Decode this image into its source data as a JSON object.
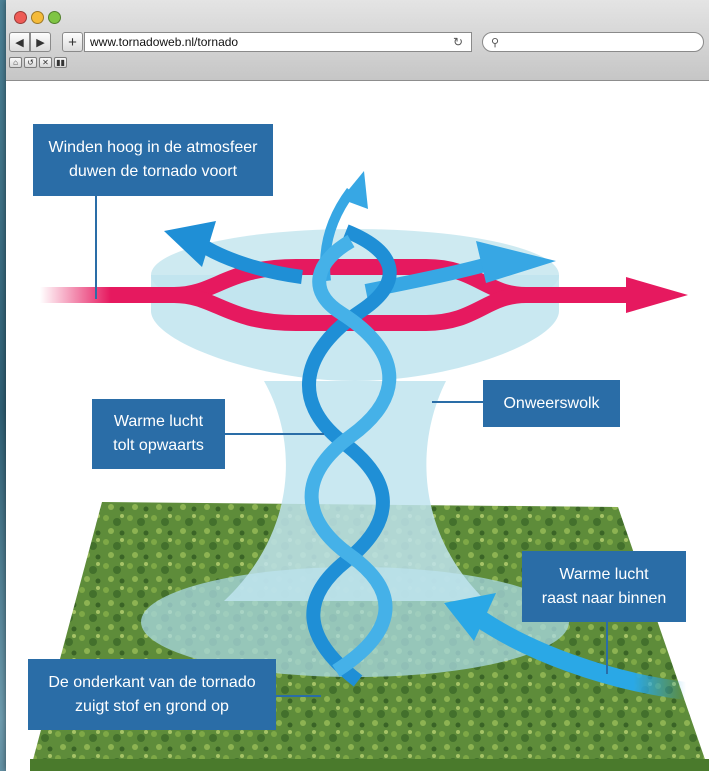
{
  "browser": {
    "nav_back": "◀",
    "nav_forward": "▶",
    "new_tab": "+",
    "url": "www.tornadoweb.nl/tornado",
    "reload": "↻",
    "search_icon": "⚲",
    "bookmarks": [
      "⌂",
      "↺",
      "✕",
      "▮▮"
    ]
  },
  "diagram": {
    "labels": {
      "winds_line1": "Winden hoog in de atmosfeer",
      "winds_line2": "duwen de tornado voort",
      "warm_up_line1": "Warme lucht",
      "warm_up_line2": "tolt opwaarts",
      "storm_cloud": "Onweerswolk",
      "warm_in_line1": "Warme lucht",
      "warm_in_line2": "raast naar binnen",
      "bottom_line1": "De onderkant van de tornado",
      "bottom_line2": "zuigt stof en grond op"
    },
    "colors": {
      "label_bg": "#2a6da7",
      "wind_arrow": "#e6195f",
      "updraft": "#1f8fd6",
      "cloud": "#bfe4ee",
      "ground": "#5e8c3a"
    }
  }
}
